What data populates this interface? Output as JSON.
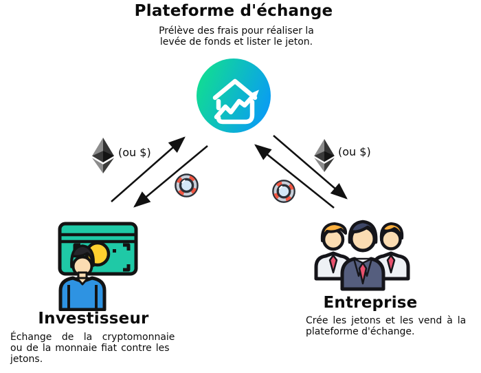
{
  "header": {
    "title": "Plateforme d'échange",
    "subtitle_lines": [
      "Prélève des frais pour réaliser la",
      "levée de fonds et lister le jeton."
    ]
  },
  "flows": {
    "left_label": "(ou $)",
    "right_label": "(ou $)"
  },
  "investor": {
    "title": "Investisseur",
    "desc_lines": [
      "Échange de la cryptomonnaie",
      "ou de la monnaie fiat contre les",
      "jetons."
    ]
  },
  "enterprise": {
    "title": "Entreprise",
    "desc_lines": [
      "Crée les jetons et les vend à la",
      "plateforme d'échange."
    ]
  },
  "icons": {
    "exchange": "house-growth-chart-circle",
    "currency": "ethereum-diamond",
    "token": "token-chip-coin",
    "investor": "person-with-banknote",
    "enterprise": "business-team"
  },
  "colors": {
    "grad_start": "#12e08d",
    "grad_end": "#0a9ef0",
    "banknote": "#1fc9a6",
    "coin_yellow": "#ffd02f",
    "shirt_blue": "#2e93e2",
    "skin": "#fbdcb2",
    "suit_navy": "#555e7e",
    "hair_navy": "#3e4767",
    "hair_orange": "#fcb03f",
    "tie_red": "#e8516d",
    "token_red": "#f15642",
    "token_blue": "#d4e8f7",
    "arrow": "#111111"
  }
}
